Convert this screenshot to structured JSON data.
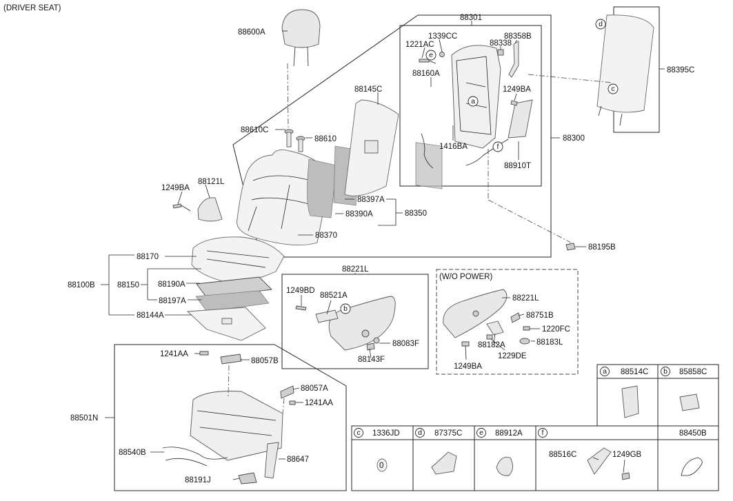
{
  "diagram": {
    "title": "(DRIVER SEAT)",
    "subtitle_wo_power": "(W/O POWER)",
    "part_labels": {
      "p88600A": "88600A",
      "p88610C": "88610C",
      "p88610": "88610",
      "p88145C": "88145C",
      "p88301": "88301",
      "p1339CC": "1339CC",
      "p88358B": "88358B",
      "p1221AC": "1221AC",
      "p88338": "88338",
      "p88160A": "88160A",
      "p1249BA_top": "1249BA",
      "p1416BA": "1416BA",
      "p88910T": "88910T",
      "p88300": "88300",
      "p88395C": "88395C",
      "p88121L": "88121L",
      "p1249BA_left": "1249BA",
      "p88397A": "88397A",
      "p88390A": "88390A",
      "p88350": "88350",
      "p88370": "88370",
      "p88195B": "88195B",
      "p88170": "88170",
      "p88100B": "88100B",
      "p88150": "88150",
      "p88190A": "88190A",
      "p88197A": "88197A",
      "p88144A": "88144A",
      "p88221L": "88221L",
      "p1249BD": "1249BD",
      "p88521A": "88521A",
      "p88083F": "88083F",
      "p88143F": "88143F",
      "p88221L_wo": "88221L",
      "p88751B": "88751B",
      "p1220FC": "1220FC",
      "p88182A": "88182A",
      "p88183L": "88183L",
      "p1229DE": "1229DE",
      "p1249BA_wo": "1249BA",
      "p1241AA_top": "1241AA",
      "p88057B": "88057B",
      "p88057A": "88057A",
      "p1241AA_right": "1241AA",
      "p88501N": "88501N",
      "p88540B": "88540B",
      "p88647": "88647",
      "p88191J": "88191J"
    },
    "callouts": {
      "a": "a",
      "b": "b",
      "c": "c",
      "d": "d",
      "e": "e",
      "f": "f"
    },
    "legend_top": [
      {
        "letter": "a",
        "part": "88514C"
      },
      {
        "letter": "b",
        "part": "85858C"
      }
    ],
    "legend_bottom": [
      {
        "letter": "c",
        "part": "1336JD"
      },
      {
        "letter": "d",
        "part": "87375C"
      },
      {
        "letter": "e",
        "part": "88912A"
      },
      {
        "letter": "f",
        "part": "",
        "sub_parts": [
          "88516C",
          "1249GB"
        ]
      },
      {
        "letter": "",
        "part": "88450B"
      }
    ],
    "legend_c_glyph": "0"
  }
}
